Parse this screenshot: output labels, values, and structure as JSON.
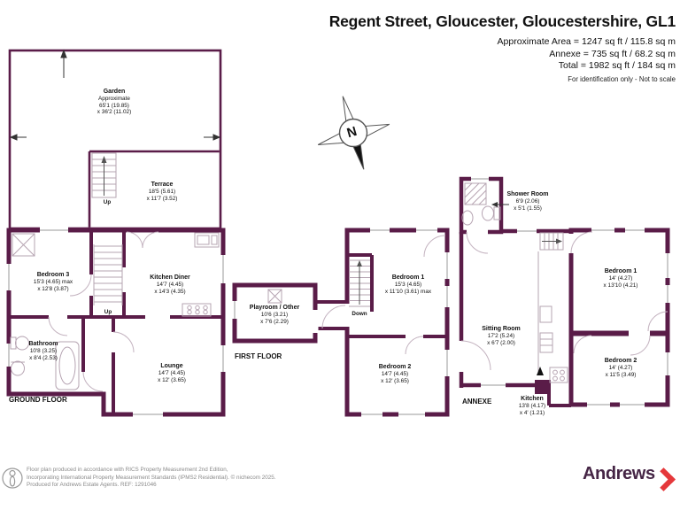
{
  "header": {
    "title": "Regent Street, Gloucester, Gloucestershire, GL1",
    "area_line1": "Approximate Area = 1247 sq ft / 115.8 sq m",
    "area_line2": "Annexe = 735 sq ft / 68.2 sq m",
    "area_line3": "Total = 1982 sq ft / 184 sq m",
    "disclaimer": "For identification only - Not to scale"
  },
  "floors": {
    "ground": "GROUND FLOOR",
    "first": "FIRST FLOOR",
    "annexe": "ANNEXE"
  },
  "compass": {
    "north": "N"
  },
  "stairs": {
    "terrace_up": "Up",
    "hall_up": "Up",
    "first_down": "Down"
  },
  "rooms": {
    "garden": {
      "name": "Garden",
      "note": "Approximate",
      "dim1": "65'1 (19.85)",
      "dim2": "x 36'2 (11.02)"
    },
    "terrace": {
      "name": "Terrace",
      "dim1": "18'5 (5.61)",
      "dim2": "x 11'7 (3.52)"
    },
    "bedroom3": {
      "name": "Bedroom 3",
      "dim1": "15'3 (4.65) max",
      "dim2": "x 12'8 (3.87)"
    },
    "kitchen_diner": {
      "name": "Kitchen Diner",
      "dim1": "14'7 (4.45)",
      "dim2": "x 14'3 (4.35)"
    },
    "bathroom": {
      "name": "Bathroom",
      "dim1": "10'8 (3.25)",
      "dim2": "x 8'4 (2.53)"
    },
    "lounge": {
      "name": "Lounge",
      "dim1": "14'7 (4.45)",
      "dim2": "x 12' (3.65)"
    },
    "playroom": {
      "name": "Playroom / Other",
      "dim1": "10'6 (3.21)",
      "dim2": "x 7'6 (2.29)"
    },
    "ff_bedroom1": {
      "name": "Bedroom 1",
      "dim1": "15'3 (4.65)",
      "dim2": "x 11'10 (3.61) max"
    },
    "ff_bedroom2": {
      "name": "Bedroom 2",
      "dim1": "14'7 (4.45)",
      "dim2": "x 12' (3.65)"
    },
    "shower_room": {
      "name": "Shower Room",
      "dim1": "6'9 (2.06)",
      "dim2": "x 5'1 (1.55)"
    },
    "sitting_room": {
      "name": "Sitting Room",
      "dim1": "17'2 (5.24)",
      "dim2": "x 6'7 (2.00)"
    },
    "annexe_kitchen": {
      "name": "Kitchen",
      "dim1": "13'8 (4.17)",
      "dim2": "x 4' (1.21)"
    },
    "annexe_bedroom1": {
      "name": "Bedroom 1",
      "dim1": "14' (4.27)",
      "dim2": "x 13'10 (4.21)"
    },
    "annexe_bedroom2": {
      "name": "Bedroom 2",
      "dim1": "14' (4.27)",
      "dim2": "x 11'5 (3.49)"
    }
  },
  "footer": {
    "line1": "Floor plan produced in accordance with RICS Property Measurement 2nd Edition,",
    "line2": "Incorporating International Property Measurement Standards (IPMS2 Residential).  © nichecom 2025.",
    "line3": "Produced for Andrews Estate Agents.   REF: 1291046",
    "brand": "Andrews"
  },
  "colors": {
    "wall": "#5a1c48",
    "brand_text": "#452545",
    "brand_chevron": "#e5383b"
  }
}
